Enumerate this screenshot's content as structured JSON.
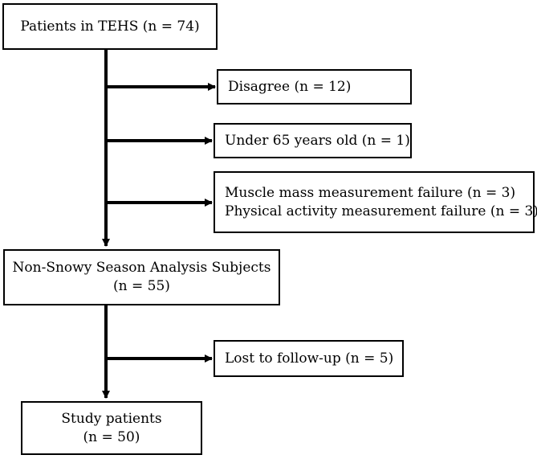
{
  "boxes": {
    "patients_tehs": {
      "lines": [
        "Patients in TEHS (n = 74)"
      ]
    },
    "disagree": {
      "lines": [
        "Disagree (n = 12)"
      ]
    },
    "under_65": {
      "lines": [
        "Under 65 years old (n = 1)"
      ]
    },
    "measurement_failure": {
      "lines": [
        "Muscle mass measurement failure (n = 3)",
        "Physical activity measurement failure (n = 3)"
      ]
    },
    "non_snowy": {
      "lines": [
        "Non-Snowy Season Analysis Subjects",
        "(n = 55)"
      ]
    },
    "lost_follow_up": {
      "lines": [
        "Lost to follow-up (n = 5)"
      ]
    },
    "study_patients": {
      "lines": [
        "Study patients",
        "(n = 50)"
      ]
    }
  },
  "colors": {
    "stroke": "#000000",
    "fill": "#ffffff"
  }
}
